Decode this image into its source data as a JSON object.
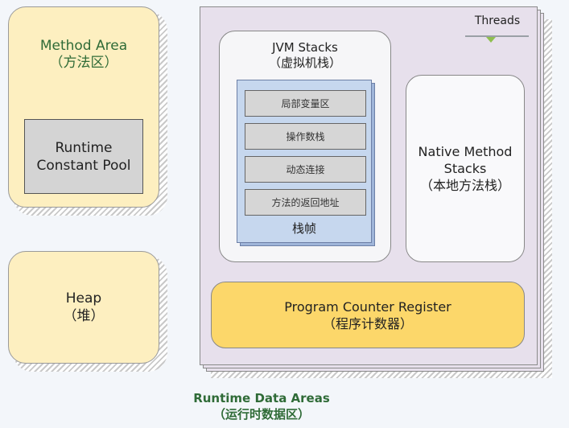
{
  "method_area": {
    "title": "Method Area",
    "subtitle": "（方法区）",
    "runtime_constant_pool": [
      "Runtime",
      "Constant Pool"
    ]
  },
  "heap": {
    "title": "Heap",
    "subtitle": "（堆）"
  },
  "runtime_data_areas": {
    "threads": "Threads",
    "jvm_stacks": {
      "title": "JVM Stacks",
      "subtitle": "（虚拟机栈）",
      "frame_items": [
        "局部变量区",
        "操作数栈",
        "动态连接",
        "方法的返回地址"
      ],
      "frame_label": "栈帧"
    },
    "native_method_stacks": [
      "Native Method",
      "Stacks",
      "（本地方法栈）"
    ],
    "program_counter_register": [
      "Program Counter Register",
      "（程序计数器）"
    ],
    "caption": [
      "Runtime Data Areas",
      "（运行时数据区）"
    ]
  },
  "colors": {
    "cream": "#fdefc0",
    "lavender": "#e7e0ec",
    "stack_frame": "#c6d7ee",
    "program_counter": "#fcd76a",
    "title_green": "#2f6b37"
  }
}
